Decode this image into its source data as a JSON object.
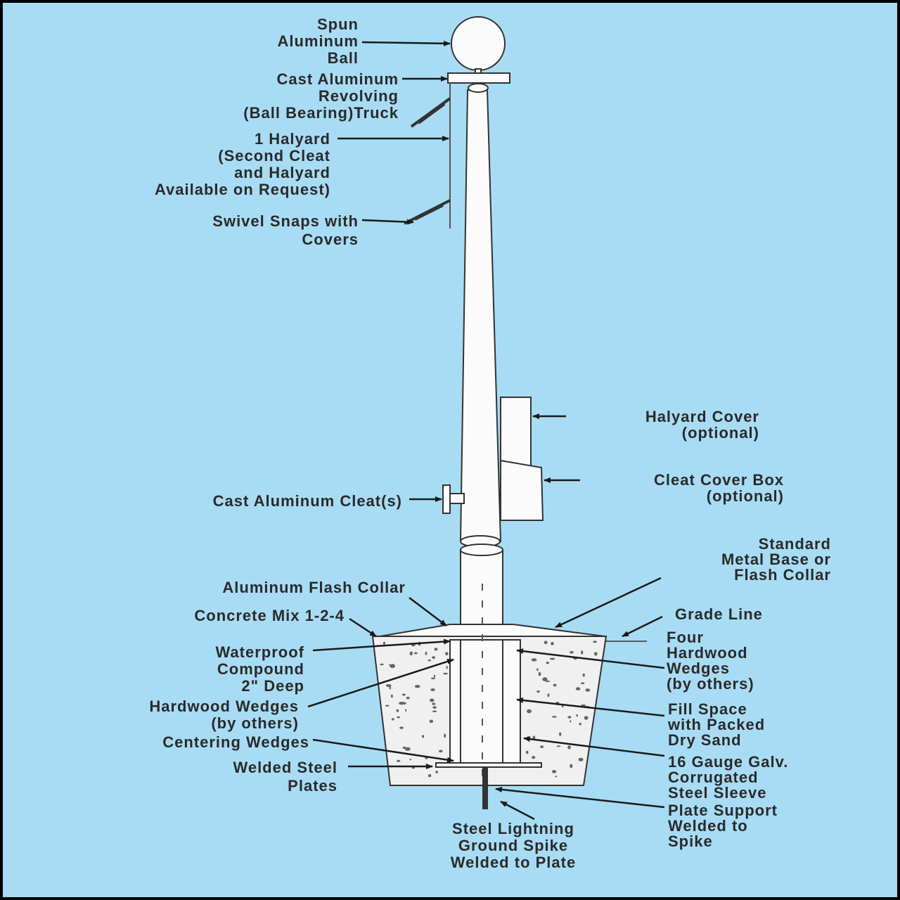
{
  "title": "Flagpole Assembly Diagram",
  "colors": {
    "background": "#a8dcf4",
    "frame": "#000000",
    "ink": "#2a2a2a",
    "part": "#fbfbfb"
  },
  "labels": [
    {
      "id": "spun-aluminum-ball",
      "lines": [
        "Spun",
        "Aluminum",
        "Ball"
      ]
    },
    {
      "id": "revolving-truck",
      "lines": [
        "Cast Aluminum",
        "Revolving",
        "(Ball Bearing)Truck"
      ]
    },
    {
      "id": "halyard",
      "lines": [
        "1 Halyard",
        "(Second Cleat",
        "and Halyard",
        "Available on Request)"
      ]
    },
    {
      "id": "swivel-snaps",
      "lines": [
        "Swivel Snaps with",
        "Covers"
      ]
    },
    {
      "id": "halyard-cover",
      "lines": [
        "Halyard Cover",
        "(optional)"
      ]
    },
    {
      "id": "cleat-cover-box",
      "lines": [
        "Cleat Cover Box",
        "(optional)"
      ]
    },
    {
      "id": "cast-aluminum-cleats",
      "lines": [
        "Cast Aluminum Cleat(s)"
      ]
    },
    {
      "id": "standard-metal-base",
      "lines": [
        "Standard",
        "Metal Base or",
        "Flash Collar"
      ]
    },
    {
      "id": "aluminum-flash-collar",
      "lines": [
        "Aluminum Flash Collar"
      ]
    },
    {
      "id": "concrete-mix",
      "lines": [
        "Concrete Mix 1-2-4"
      ]
    },
    {
      "id": "grade-line",
      "lines": [
        "Grade Line"
      ]
    },
    {
      "id": "waterproof-compound",
      "lines": [
        "Waterproof",
        "Compound",
        "2\" Deep"
      ]
    },
    {
      "id": "four-hardwood-wedges",
      "lines": [
        "Four",
        "Hardwood",
        "Wedges",
        "(by others)"
      ]
    },
    {
      "id": "hardwood-wedges",
      "lines": [
        "Hardwood Wedges",
        "(by others)"
      ]
    },
    {
      "id": "fill-space",
      "lines": [
        "Fill   Space",
        "with Packed",
        "Dry Sand"
      ]
    },
    {
      "id": "centering-wedges",
      "lines": [
        "Centering Wedges"
      ]
    },
    {
      "id": "steel-sleeve",
      "lines": [
        "16 Gauge Galv.",
        "Corrugated",
        "Steel Sleeve"
      ]
    },
    {
      "id": "welded-steel-plates",
      "lines": [
        "Welded Steel",
        "Plates"
      ]
    },
    {
      "id": "plate-support",
      "lines": [
        "Plate Support",
        "Welded to",
        "Spike"
      ]
    },
    {
      "id": "ground-spike",
      "lines": [
        "Steel Lightning",
        "Ground Spike",
        "Welded to Plate"
      ]
    }
  ]
}
